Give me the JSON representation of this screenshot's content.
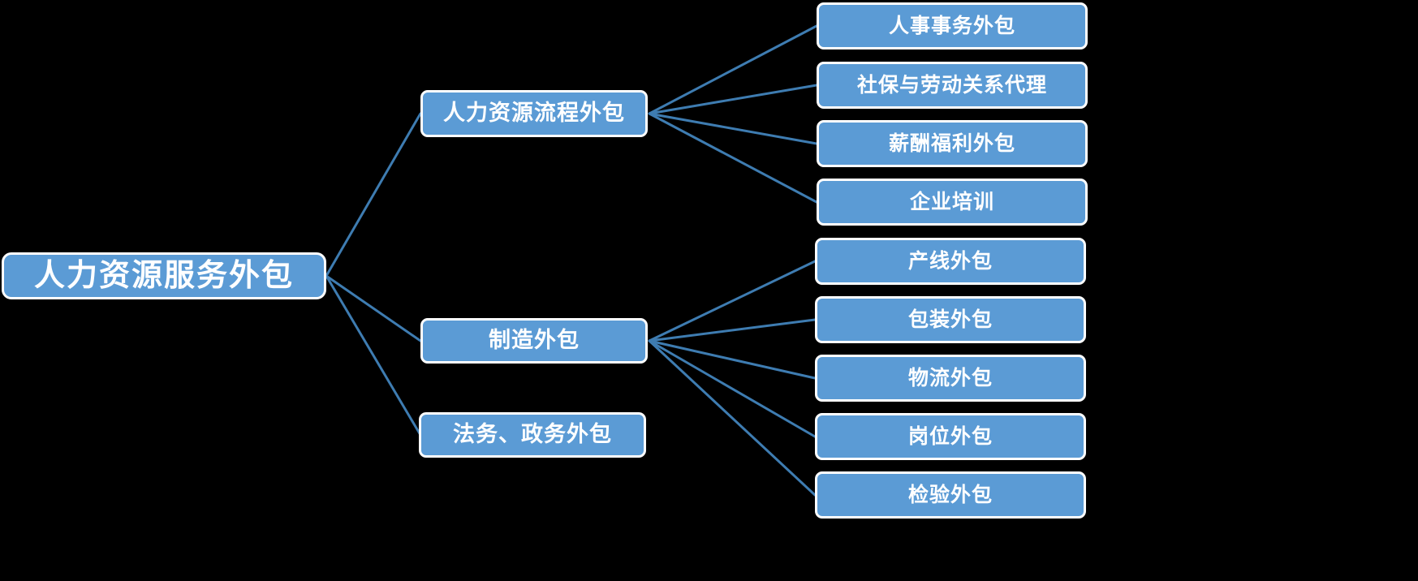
{
  "diagram": {
    "type": "tree-mindmap",
    "background_color": "#000000",
    "node_fill_color": "#5b9bd5",
    "node_border_color": "#ffffff",
    "node_text_color": "#ffffff",
    "connector_color": "#3e7cb1",
    "root": {
      "label": "人力资源服务外包"
    },
    "branches": [
      {
        "label": "人力资源流程外包",
        "children": [
          {
            "label": "人事事务外包"
          },
          {
            "label": "社保与劳动关系代理"
          },
          {
            "label": "薪酬福利外包"
          },
          {
            "label": "企业培训"
          }
        ]
      },
      {
        "label": "制造外包",
        "children": [
          {
            "label": "产线外包"
          },
          {
            "label": "包装外包"
          },
          {
            "label": "物流外包"
          },
          {
            "label": "岗位外包"
          },
          {
            "label": "检验外包"
          }
        ]
      },
      {
        "label": "法务、政务外包",
        "children": []
      }
    ]
  }
}
